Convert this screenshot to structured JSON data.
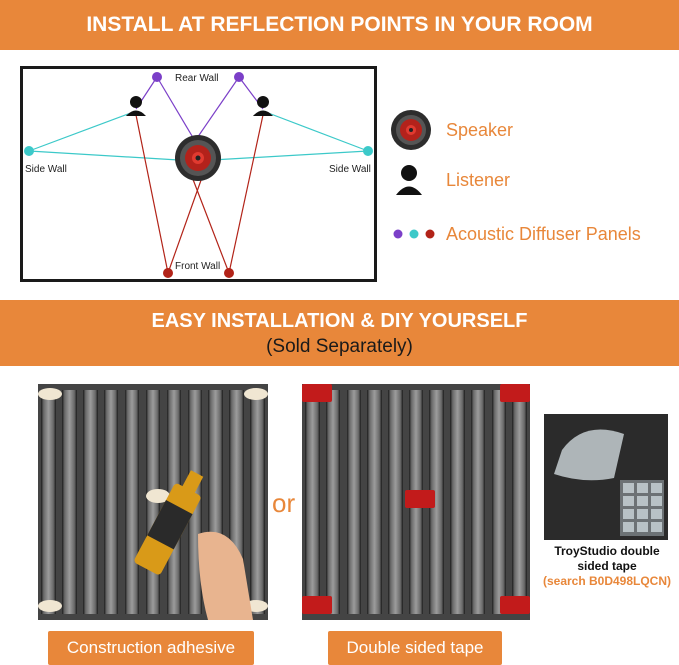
{
  "banner_top": {
    "title": "INSTALL AT REFLECTION POINTS IN YOUR ROOM"
  },
  "diagram": {
    "rear_wall": "Rear Wall",
    "side_wall_left": "Side Wall",
    "side_wall_right": "Side Wall",
    "front_wall": "Front Wall"
  },
  "legend": {
    "speaker": "Speaker",
    "listener": "Listener",
    "panels": "Acoustic Diffuser Panels"
  },
  "banner_middle": {
    "title": "EASY INSTALLATION & DIY YOURSELF",
    "subtitle": "(Sold Separately)"
  },
  "install": {
    "or": "or",
    "adhesive_label": "Construction adhesive",
    "tape_label": "Double sided tape",
    "tape_caption": "TroyStudio double sided tape",
    "tape_note": "(search B0D498LQCN)"
  },
  "colors": {
    "accent": "#e8873a",
    "purple": "#7b3fc8",
    "cyan": "#3cc9c9",
    "red": "#b22318"
  }
}
